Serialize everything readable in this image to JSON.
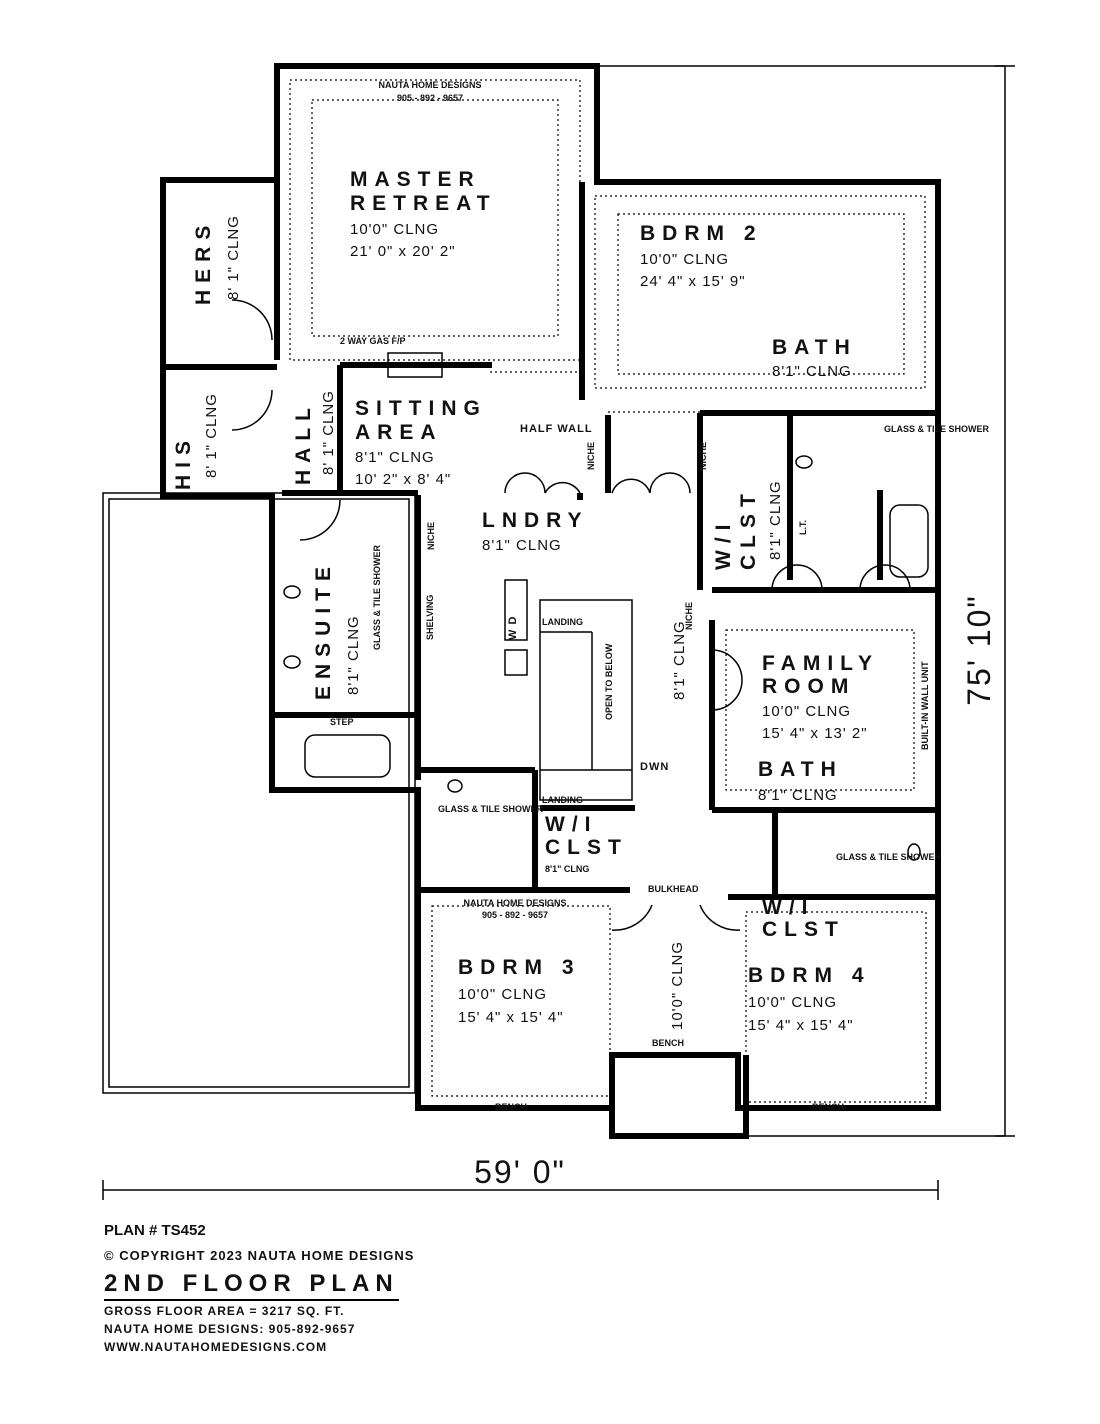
{
  "header_credit": {
    "name": "NAUTA HOME DESIGNS",
    "phone": "905 - 892 - 9657"
  },
  "rooms": {
    "master": {
      "line1": "MASTER",
      "line2": "RETREAT",
      "ceiling": "10'0\" CLNG",
      "size": "21' 0\" x 20' 2\""
    },
    "bdrm2": {
      "name": "BDRM 2",
      "ceiling": "10'0\" CLNG",
      "size": "24' 4\" x 15' 9\""
    },
    "bath_top": {
      "name": "BATH",
      "ceiling": "8'1\" CLNG"
    },
    "hers": {
      "name": "HERS",
      "ceiling": "8' 1\" CLNG"
    },
    "his": {
      "name": "HIS",
      "ceiling": "8' 1\" CLNG"
    },
    "hall": {
      "name": "HALL",
      "ceiling": "8' 1\" CLNG"
    },
    "sitting": {
      "line1": "SITTING",
      "line2": "AREA",
      "ceiling": "8'1\" CLNG",
      "size": "10' 2\" x 8' 4\""
    },
    "laundry": {
      "name": "LNDRY",
      "ceiling": "8'1\" CLNG"
    },
    "wi_clst_top": {
      "line1": "W/I",
      "line2": "CLST",
      "ceiling": "8'1\" CLNG"
    },
    "ensuite": {
      "name": "ENSUITE",
      "ceiling": "8'1\" CLNG"
    },
    "family": {
      "line1": "FAMILY",
      "line2": "ROOM",
      "ceiling": "10'0\" CLNG",
      "size": "15' 4\" x 13' 2\""
    },
    "bath_mid": {
      "name": "BATH",
      "ceiling": "8'1\" CLNG"
    },
    "corridor": {
      "ceiling": "8'1\" CLNG"
    },
    "wi_clst_mid": {
      "line1": "W/I",
      "line2": "CLST",
      "ceiling": "8'1\" CLNG"
    },
    "wi_clst_right": {
      "line1": "W/I",
      "line2": "CLST"
    },
    "bdrm3": {
      "name": "BDRM 3",
      "ceiling": "10'0\" CLNG",
      "size": "15' 4\" x 15' 4\""
    },
    "bdrm4": {
      "name": "BDRM 4",
      "ceiling": "10'0\" CLNG",
      "size": "15' 4\" x 15' 4\""
    },
    "lower_hall": {
      "ceiling": "10'0\" CLNG"
    }
  },
  "notes": {
    "gas_fp": "2 WAY GAS F/P",
    "half_wall": "HALF WALL",
    "niche": "NICHE",
    "glass_tile_shower": "GLASS & TILE SHOWER",
    "shelving": "SHELVING",
    "step": "STEP",
    "landing": "LANDING",
    "open_below": "OPEN TO BELOW",
    "dwn": "DWN",
    "bulkhead": "BULKHEAD",
    "bench": "BENCH",
    "builtin": "BUILT-IN WALL UNIT",
    "lt": "L.T.",
    "wd": "W D"
  },
  "dimensions": {
    "width": "59' 0\"",
    "depth": "75' 10\""
  },
  "footer": {
    "plan": "PLAN # TS452",
    "copyright": "COPYRIGHT 2023 NAUTA HOME DESIGNS",
    "title": "2ND FLOOR PLAN",
    "area": "GROSS FLOOR AREA = 3217 SQ. FT.",
    "phone": "NAUTA HOME DESIGNS: 905-892-9657",
    "web": "WWW.NAUTAHOMEDESIGNS.COM"
  }
}
